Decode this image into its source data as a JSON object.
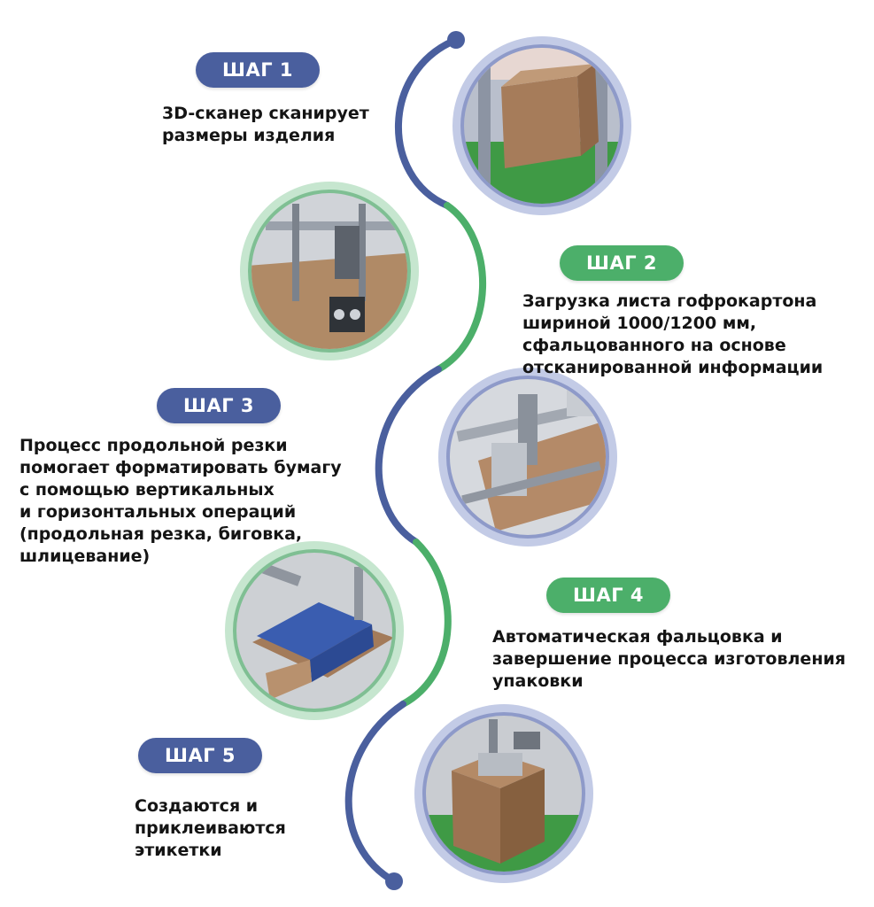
{
  "colors": {
    "blue": "#4a5f9e",
    "green": "#4caf6a",
    "ring_blue": "#c3cbe6",
    "ring_green": "#c6e6cf"
  },
  "steps": [
    {
      "badge": "ШАГ 1",
      "lines": [
        "3D-сканер сканирует",
        "размеры изделия"
      ]
    },
    {
      "badge": "ШАГ 2",
      "lines": [
        "Загрузка листа гофрокартона",
        "шириной 1000/1200 мм,",
        "сфальцованного на основе",
        "отсканированной информации"
      ]
    },
    {
      "badge": "ШАГ 3",
      "lines": [
        "Процесс продольной резки",
        "помогает форматировать бумагу",
        "с помощью вертикальных",
        "и горизонтальных операций",
        "(продольная резка, биговка,",
        "шлицевание)"
      ]
    },
    {
      "badge": "ШАГ 4",
      "lines": [
        "Автоматическая фальцовка и",
        "завершение процесса изготовления",
        "упаковки"
      ]
    },
    {
      "badge": "ШАГ 5",
      "lines": [
        "Создаются и",
        "приклеиваются",
        "этикетки"
      ]
    }
  ],
  "photos": [
    {
      "name": "scanner-photo",
      "ring": "blue"
    },
    {
      "name": "loading-photo",
      "ring": "green"
    },
    {
      "name": "slitting-photo",
      "ring": "blue"
    },
    {
      "name": "folding-photo",
      "ring": "green"
    },
    {
      "name": "labeling-photo",
      "ring": "blue"
    }
  ]
}
